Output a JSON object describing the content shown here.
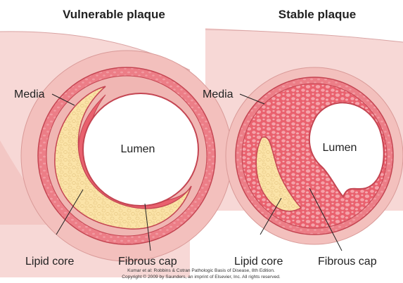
{
  "titles": {
    "left": "Vulnerable plaque",
    "right": "Stable plaque"
  },
  "left_panel": {
    "media": "Media",
    "lumen": "Lumen",
    "lipid_core": "Lipid core",
    "fibrous_cap": "Fibrous cap"
  },
  "right_panel": {
    "media": "Media",
    "lumen": "Lumen",
    "lipid_core": "Lipid core",
    "fibrous_cap": "Fibrous cap"
  },
  "credit": {
    "line1": "Kumar et al: Robbins & Cotran Pathologic Basis of Disease, 8th Edition.",
    "line2": "Copyright © 2009 by Saunders, an imprint of Elsevier, Inc. All rights reserved."
  },
  "colors": {
    "vessel_pink": "#f3c7c4",
    "media_red": "#e86d78",
    "media_outline": "#c44552",
    "lipid_yellow": "#fbe3a7",
    "lipid_outline": "#d9b56b",
    "fibrous_red": "#e9616e",
    "cell_pink": "#f5a3aa"
  }
}
